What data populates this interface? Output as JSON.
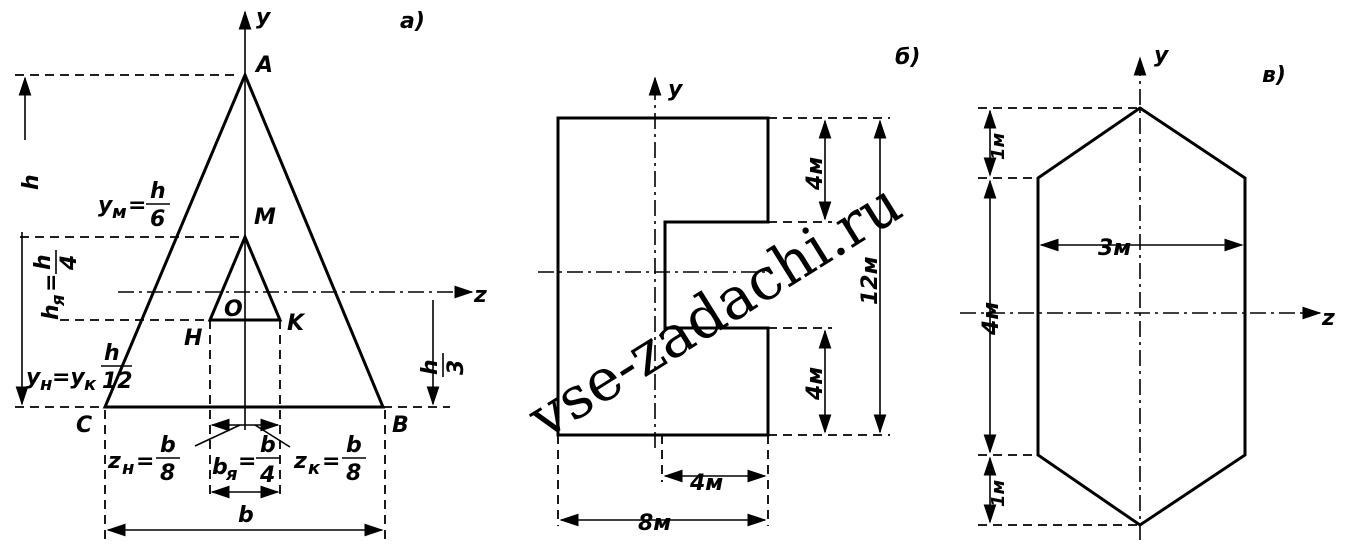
{
  "watermark": "vse-zadachi.ru",
  "fig_a": {
    "tag": "а)",
    "axis_y": "y",
    "axis_z": "z",
    "A": "A",
    "M": "M",
    "O": "O",
    "H": "H",
    "K": "K",
    "C": "C",
    "B": "B",
    "h": "h",
    "b": "b",
    "y_m": {
      "lhs": "y",
      "sub": "м",
      "num": "h",
      "den": "6"
    },
    "h_ya": {
      "lhs": "h",
      "sub": "я",
      "num": "h",
      "den": "4"
    },
    "y_nk": {
      "lhs": "y",
      "sub1": "н",
      "mid": "=y",
      "sub2": "к",
      "num": "h",
      "den": "12"
    },
    "h3": {
      "num": "h",
      "den": "3"
    },
    "z_n": {
      "lhs": "z",
      "sub": "н",
      "num": "b",
      "den": "8"
    },
    "z_k": {
      "lhs": "z",
      "sub": "к",
      "num": "b",
      "den": "8"
    },
    "b_ya": {
      "lhs": "b",
      "sub": "я",
      "num": "b",
      "den": "4"
    }
  },
  "fig_b": {
    "tag": "б)",
    "axis_y": "y",
    "dim_top": "4м",
    "dim_bottom": "4м",
    "dim_total": "12м",
    "dim_web": "4м",
    "dim_width": "8м"
  },
  "fig_v": {
    "tag": "в)",
    "axis_y": "y",
    "axis_z": "z",
    "dim_top": "1м",
    "dim_mid": "4м",
    "dim_bottom": "1м",
    "dim_width": "3м"
  }
}
